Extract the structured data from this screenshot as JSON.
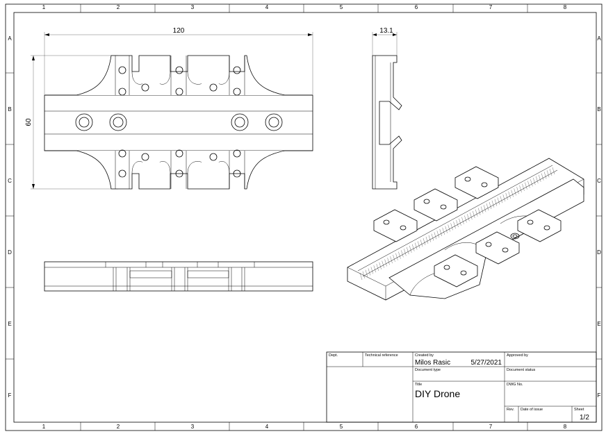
{
  "zones": {
    "columns": [
      "1",
      "2",
      "3",
      "4",
      "5",
      "6",
      "7",
      "8"
    ],
    "rows": [
      "A",
      "B",
      "C",
      "D",
      "E",
      "F"
    ]
  },
  "dimensions": {
    "width": "120",
    "height": "60",
    "thickness": "13.1"
  },
  "title_block": {
    "dept_label": "Dept.",
    "technical_reference_label": "Technical reference",
    "created_by_label": "Created by",
    "created_by_value": "Milos Rasic",
    "created_date": "5/27/2021",
    "approved_by_label": "Approved by",
    "document_type_label": "Document type",
    "document_status_label": "Document status",
    "title_label": "Title",
    "title_value": "DIY Drone",
    "dwg_no_label": "DWG No.",
    "rev_label": "Rev.",
    "date_of_issue_label": "Date of issue",
    "sheet_label": "Sheet",
    "sheet_value": "1/2"
  }
}
